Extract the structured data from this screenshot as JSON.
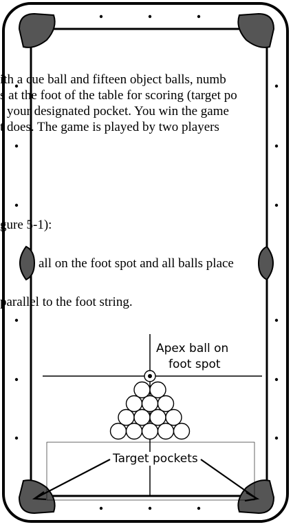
{
  "text_lines": [
    "ith a cue ball and fifteen object balls, numb",
    "s at the foot of the table for scoring (target po",
    "your designated pocket.  You win the game",
    "t does.  The game is played by two players",
    "gure 5-1):",
    "all on the foot spot and all balls place",
    "parallel to the foot string."
  ],
  "labels": {
    "apex_line1": "Apex ball on",
    "apex_line2": "foot spot",
    "target_pockets": "Target pockets"
  },
  "rack": {
    "rows": [
      1,
      2,
      3,
      4,
      5
    ],
    "ball_count": 15
  }
}
